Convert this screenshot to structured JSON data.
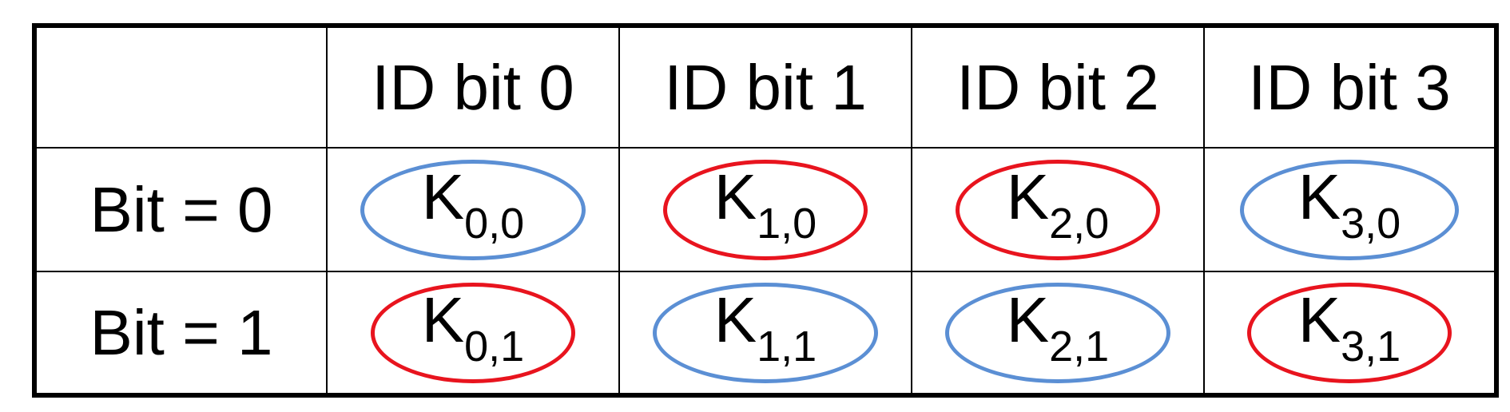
{
  "colors": {
    "blue": "#5b8fd4",
    "red": "#e8141e",
    "border": "#000000"
  },
  "header": {
    "corner": "",
    "columns": [
      "ID bit 0",
      "ID bit 1",
      "ID bit 2",
      "ID bit 3"
    ]
  },
  "rows": [
    {
      "label": "Bit = 0",
      "cells": [
        {
          "letter": "K",
          "sub": "0,0",
          "color": "blue"
        },
        {
          "letter": "K",
          "sub": "1,0",
          "color": "red"
        },
        {
          "letter": "K",
          "sub": "2,0",
          "color": "red"
        },
        {
          "letter": "K",
          "sub": "3,0",
          "color": "blue"
        }
      ]
    },
    {
      "label": "Bit = 1",
      "cells": [
        {
          "letter": "K",
          "sub": "0,1",
          "color": "red"
        },
        {
          "letter": "K",
          "sub": "1,1",
          "color": "blue"
        },
        {
          "letter": "K",
          "sub": "2,1",
          "color": "blue"
        },
        {
          "letter": "K",
          "sub": "3,1",
          "color": "red"
        }
      ]
    }
  ]
}
